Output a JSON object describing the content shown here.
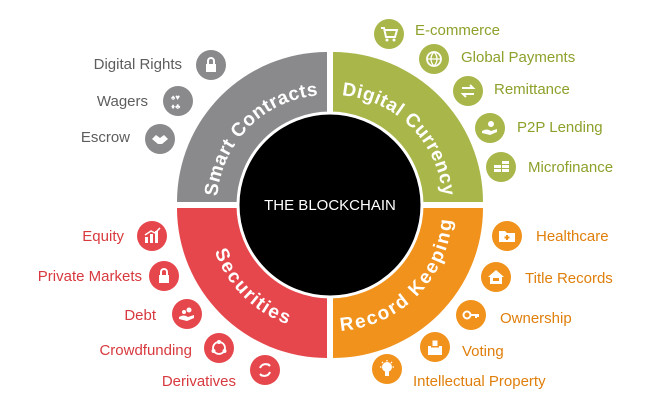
{
  "center_label": "THE BLOCKCHAIN",
  "colors": {
    "smart": "#8a8a8c",
    "digital": "#a9b64a",
    "record": "#f0921b",
    "securities": "#e5474c",
    "center": "#000000"
  },
  "segments": {
    "smart": "Smart Contracts",
    "digital": "Digital Currency",
    "record": "Record Keeping",
    "securities": "Securities"
  },
  "smart_items": [
    {
      "label": "Digital Rights",
      "icon": "lock-icon"
    },
    {
      "label": "Wagers",
      "icon": "cards-icon"
    },
    {
      "label": "Escrow",
      "icon": "handshake-icon"
    }
  ],
  "digital_items": [
    {
      "label": "E-commerce",
      "icon": "cart-icon"
    },
    {
      "label": "Global Payments",
      "icon": "globe-icon"
    },
    {
      "label": "Remittance",
      "icon": "exchange-icon"
    },
    {
      "label": "P2P Lending",
      "icon": "hand-money-icon"
    },
    {
      "label": "Microfinance",
      "icon": "coins-icon"
    }
  ],
  "securities_items": [
    {
      "label": "Equity",
      "icon": "bar-chart-icon"
    },
    {
      "label": "Private Markets",
      "icon": "lock-icon"
    },
    {
      "label": "Debt",
      "icon": "hand-coins-icon"
    },
    {
      "label": "Crowdfunding",
      "icon": "people-circle-icon"
    },
    {
      "label": "Derivatives",
      "icon": "arrows-cycle-icon"
    }
  ],
  "record_items": [
    {
      "label": "Healthcare",
      "icon": "medical-folder-icon"
    },
    {
      "label": "Title Records",
      "icon": "house-icon"
    },
    {
      "label": "Ownership",
      "icon": "key-icon"
    },
    {
      "label": "Voting",
      "icon": "ballot-box-icon"
    },
    {
      "label": "Intellectual Property",
      "icon": "lightbulb-icon"
    }
  ]
}
